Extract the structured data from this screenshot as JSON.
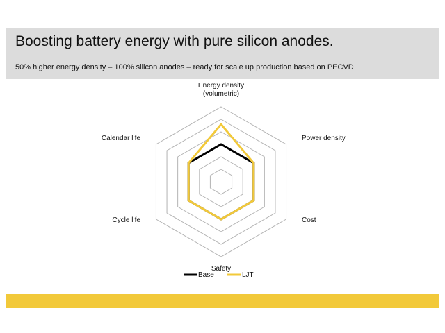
{
  "slide": {
    "title": "Boosting battery energy with pure silicon anodes.",
    "subtitle": "50% higher energy density – 100% silicon anodes – ready for scale up production based on PECVD"
  },
  "colors": {
    "header_bg": "#dcdcdc",
    "accent_yellow": "#f2c93a",
    "grid": "#b3b3b3",
    "base_series": "#000000",
    "ljt_series": "#f2c93a"
  },
  "chart_data": {
    "type": "radar",
    "axes": [
      [
        "Energy density",
        "(volumetric)"
      ],
      [
        "Power density"
      ],
      [
        "Cost"
      ],
      [
        "Safety"
      ],
      [
        "Cycle life"
      ],
      [
        "Calendar life"
      ]
    ],
    "rings": 6,
    "rlim": [
      0,
      6
    ],
    "grid": true,
    "legend_position": "bottom",
    "series": [
      {
        "name": "Base",
        "color": "#000000",
        "values": [
          3,
          3,
          3,
          3,
          3,
          3
        ]
      },
      {
        "name": "LJT",
        "color": "#f2c93a",
        "values": [
          4.6,
          3,
          3,
          3,
          3,
          3
        ]
      }
    ]
  }
}
